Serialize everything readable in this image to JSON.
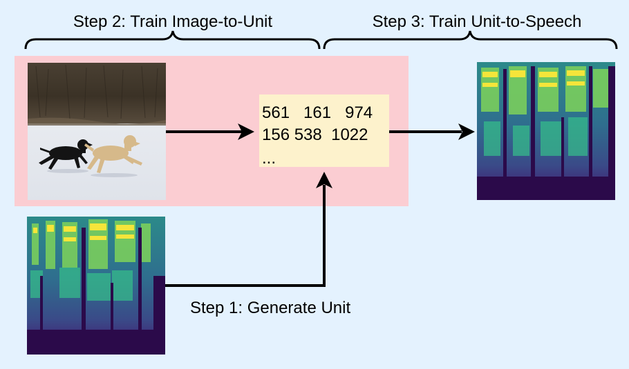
{
  "steps": {
    "step1_label": "Step 1: Generate Unit",
    "step2_label": "Step 2: Train Image-to-Unit",
    "step3_label": "Step 3: Train Unit-to-Speech"
  },
  "units": {
    "row1": "561   161   974",
    "row2": "156 538  1022",
    "row3": "..."
  },
  "colors": {
    "background": "#e4f2fe",
    "training_region": "#fbcdd2",
    "unit_box": "#fdf2cc",
    "arrow": "#000000"
  },
  "icons": {
    "photo": "dogs-running-on-snow-photo",
    "spectrogram_input": "spectrogram-image",
    "spectrogram_output": "spectrogram-image"
  }
}
